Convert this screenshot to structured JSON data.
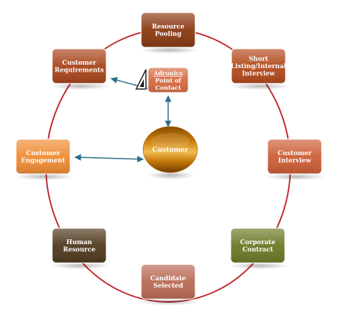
{
  "diagram": {
    "center": {
      "label": "Customer"
    },
    "point_of_contact": {
      "lines": [
        "Adronics",
        "Point of",
        "Contact"
      ]
    },
    "nodes": [
      {
        "id": "resource-pooling",
        "lines": [
          "Resource",
          "Pooling"
        ],
        "color": "#8a3a12"
      },
      {
        "id": "short-listing",
        "lines": [
          "Short",
          "Listing/Internal",
          "Interview"
        ],
        "color": "#b34a1c"
      },
      {
        "id": "customer-interview",
        "lines": [
          "Customer",
          "Interview"
        ],
        "color": "#cd5e36"
      },
      {
        "id": "corporate-contract",
        "lines": [
          "Corporate",
          "Contract"
        ],
        "color": "#6b7a26"
      },
      {
        "id": "candidate-selected",
        "lines": [
          "Candidate",
          "Selected"
        ],
        "color": "#b96b55"
      },
      {
        "id": "human-resource",
        "lines": [
          "Human",
          "Resource"
        ],
        "color": "#4f3a1e"
      },
      {
        "id": "customer-engagement",
        "lines": [
          "Customer",
          "Engagement"
        ],
        "color": "#ef8c35"
      },
      {
        "id": "customer-requirements",
        "lines": [
          "Customer",
          "Requirements"
        ],
        "color": "#a8461c"
      }
    ],
    "colors": {
      "ring": "#c0262c",
      "arrow": "#2e6f89",
      "center_gold": "#c27a08",
      "poc_fill": "#d86b42"
    }
  }
}
